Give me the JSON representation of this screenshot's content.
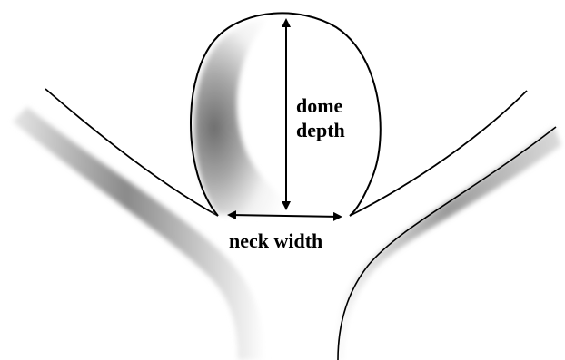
{
  "diagram": {
    "labels": {
      "dome_line1": "dome",
      "dome_line2": "depth",
      "neck": "neck width"
    },
    "colors": {
      "outline": "#000000",
      "shading_dark": "#7a7a7a",
      "shading_light": "#ffffff",
      "background": "#ffffff"
    }
  }
}
